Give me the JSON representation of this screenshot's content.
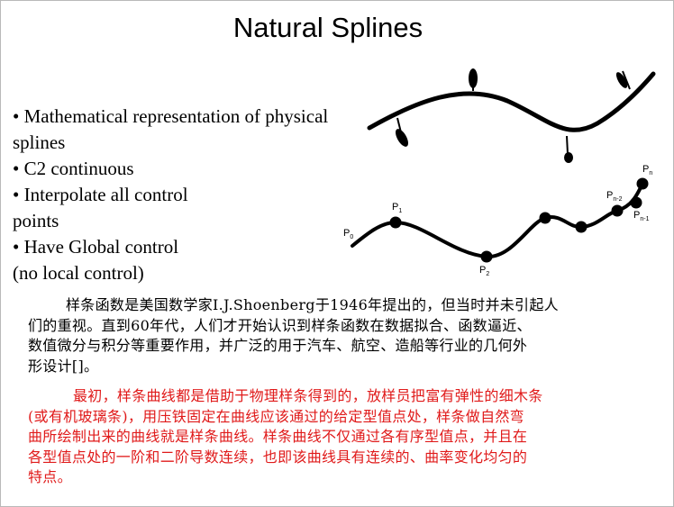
{
  "slide": {
    "title": "Natural Splines",
    "bullets": [
      "• Mathematical representation of physical",
      "splines",
      "• C2 continuous",
      "• Interpolate all control",
      "points",
      "• Have Global control",
      "(no local control)"
    ],
    "figure": {
      "point_labels": [
        "P0",
        "P1",
        "P2",
        "Pn-2",
        "Pn-1",
        "Pn"
      ],
      "colors": {
        "curve": "#000000",
        "points": "#000000"
      }
    },
    "paragraph_black": [
      "样条函数是美国数学家I.J.Shoenberg于1946年提出的，但当时并未引起人",
      "们的重视。直到60年代，人们才开始认识到样条函数在数据拟合、函数逼近、",
      "数值微分与积分等重要作用，并广泛的用于汽车、航空、造船等行业的几何外",
      "形设计[]。"
    ],
    "paragraph_red": [
      "最初，样条曲线都是借助于物理样条得到的，放样员把富有弹性的细木条",
      "(或有机玻璃条)，用压铁固定在曲线应该通过的给定型值点处，样条做自然弯",
      "曲所绘制出来的曲线就是样条曲线。样条曲线不仅通过各有序型值点，并且在",
      "各型值点处的一阶和二阶导数连续，也即该曲线具有连续的、曲率变化均匀的",
      "特点。"
    ],
    "text_colors": {
      "black": "#000000",
      "red": "#e01a1a"
    }
  }
}
